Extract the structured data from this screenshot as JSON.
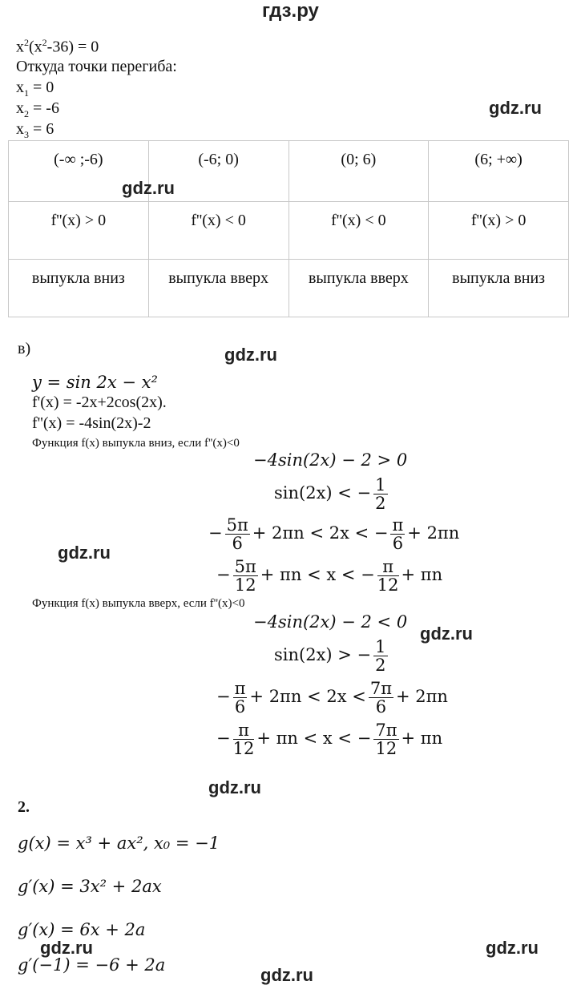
{
  "header": {
    "site": "гдз.ру"
  },
  "watermarks": [
    "gdz.ru",
    "gdz.ru",
    "gdz.ru",
    "gdz.ru",
    "gdz.ru",
    "gdz.ru",
    "gdz.ru",
    "gdz.ru",
    "gdz.ru"
  ],
  "top": {
    "eq_a": "x",
    "eq_b": "(x",
    "eq_c": "-36) = 0",
    "exp2": "2",
    "inflection_label": "Откуда точки перегиба:",
    "roots": [
      {
        "var": "x",
        "sub": "1",
        "val": " = 0"
      },
      {
        "var": "x",
        "sub": "2",
        "val": " = -6"
      },
      {
        "var": "x",
        "sub": "3",
        "val": " = 6"
      }
    ]
  },
  "table": {
    "intervals": [
      "(-∞ ;-6)",
      "(-6; 0)",
      "(0; 6)",
      "(6; +∞)"
    ],
    "signs": [
      "f''(x) > 0",
      "f''(x) < 0",
      "f''(x) < 0",
      "f''(x) > 0"
    ],
    "convexity": [
      "выпукла вниз",
      "выпукла вверх",
      "выпукла вверх",
      "выпукла вниз"
    ]
  },
  "part_v": {
    "label": "в)",
    "func": "y  = sin 2x − x²",
    "d1": "f'(x) = -2x+2cos(2x).",
    "d2": "f''(x) = -4sin(2x)-2",
    "down_cond": "Функция f(x) выпукла вниз, если f''(x)<0",
    "down_ineq1": "−4sin(2x) − 2 > 0",
    "down_ineq2_left": "sin(2x) < −",
    "up_cond": "Функция f(x) выпукла вверх, если f''(x)<0",
    "up_ineq1": "−4sin(2x) − 2 < 0",
    "up_ineq2_left": "sin(2x) > −",
    "half_num": "1",
    "half_den": "2",
    "pi": "π",
    "five_pi": "5π",
    "seven_pi": "7π",
    "six": "6",
    "twelve": "12",
    "plus_2pin": "+ 2πn",
    "plus_pin": "+ πn",
    "lt_2x_lt": "< 2x <",
    "lt_x_lt": "< x <",
    "minus": "−"
  },
  "task2": {
    "number": "2.",
    "g": "g(x) = x³ + ax², x₀ = −1",
    "g1": "g′(x) = 3x² + 2ax",
    "g2": "g′(x) = 6x + 2a",
    "g3": "g′(−1) = −6 + 2a"
  }
}
